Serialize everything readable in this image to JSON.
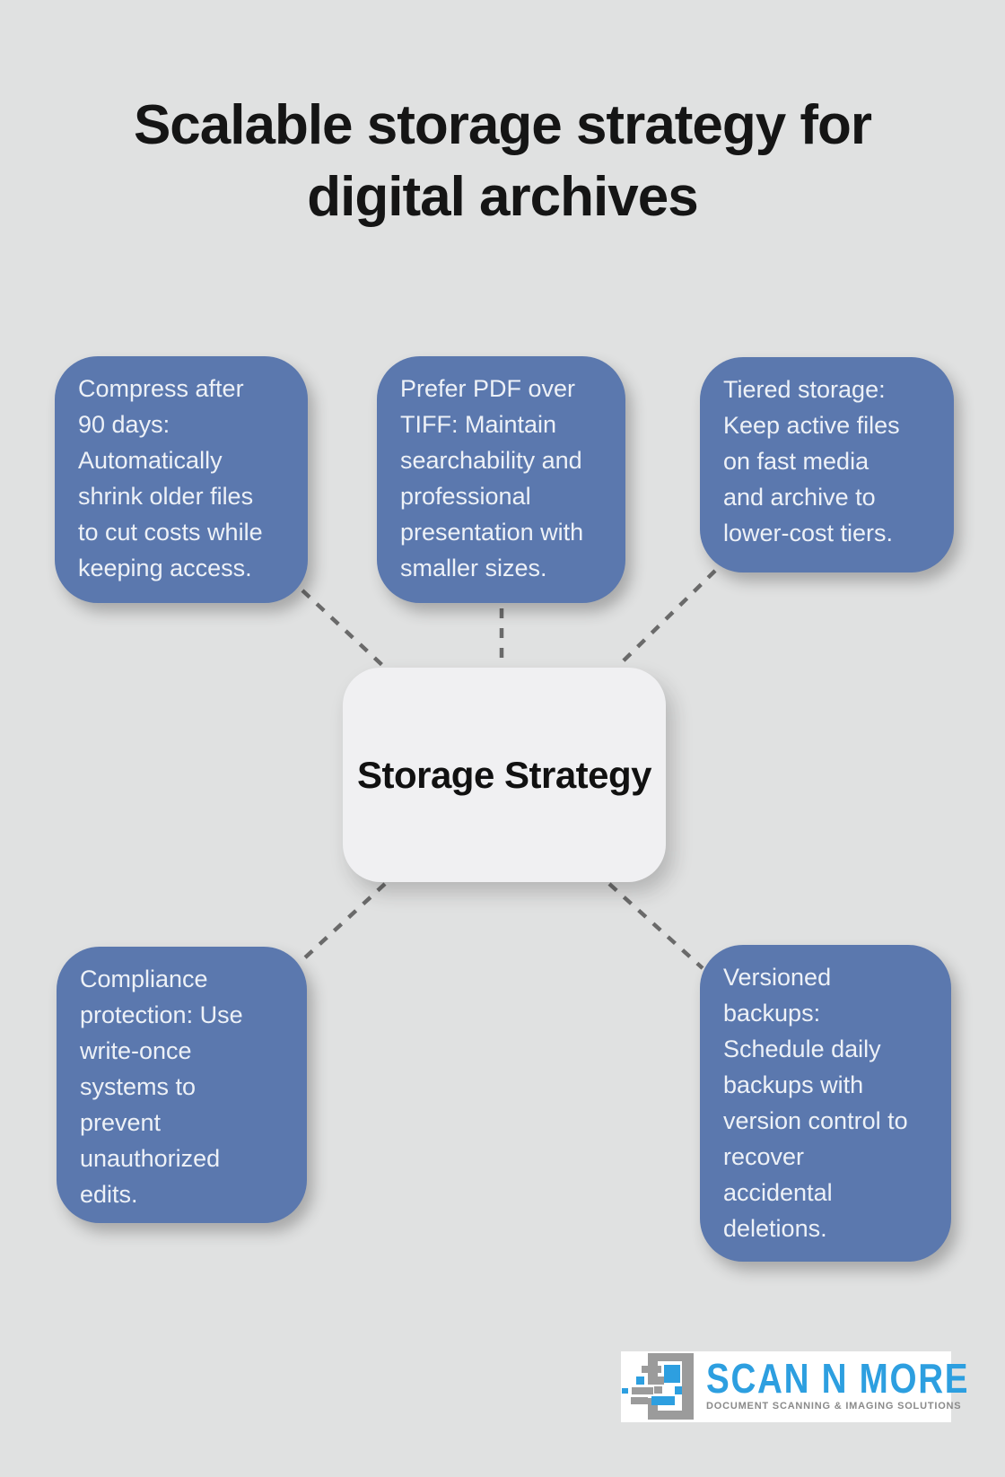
{
  "title": "Scalable storage strategy for\ndigital archives",
  "center": {
    "label": "Storage Strategy"
  },
  "nodes": [
    {
      "id": "compress-after-90-days",
      "text": "Compress after\n90 days:\nAutomatically\nshrink older files\nto cut costs while\nkeeping access."
    },
    {
      "id": "prefer-pdf-over-tiff",
      "text": "Prefer PDF over\nTIFF: Maintain\nsearchability and\nprofessional\npresentation with\nsmaller sizes."
    },
    {
      "id": "tiered-storage",
      "text": "Tiered storage:\nKeep active files\non fast media\nand archive to\nlower-cost tiers."
    },
    {
      "id": "compliance-protection",
      "text": "Compliance\nprotection: Use\nwrite-once\nsystems to\nprevent\nunauthorized\nedits."
    },
    {
      "id": "versioned-backups",
      "text": "Versioned\nbackups:\nSchedule daily\nbackups with\nversion control to\nrecover\naccidental\ndeletions."
    }
  ],
  "logo": {
    "name": "SCAN N MORE",
    "tagline": "DOCUMENT SCANNING & IMAGING SOLUTIONS"
  },
  "colors": {
    "background": "#e0e1e1",
    "title_text": "#151515",
    "node_fill": "#5b78ae",
    "node_text": "#edf1f7",
    "center_fill": "#f0f0f2",
    "center_text": "#111111",
    "connector": "#6a6a6a",
    "logo_bg": "#ffffff",
    "logo_blue": "#2d9fe0",
    "logo_gray": "#9b9b9b",
    "logo_tagline_gray": "#8a8a8a"
  }
}
